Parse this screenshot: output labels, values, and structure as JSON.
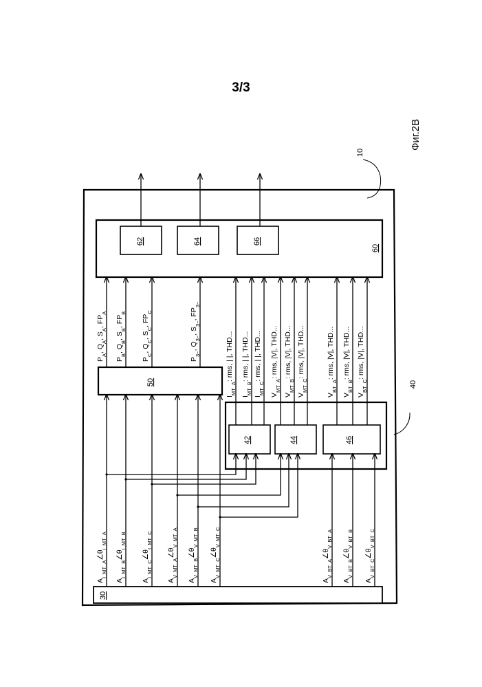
{
  "page_number": "3/3",
  "figure_label": "Фиг.2B",
  "refs": {
    "device": "10",
    "source": "30",
    "analyzer": "40",
    "block_42": "42",
    "block_44": "44",
    "block_46": "46",
    "calc": "50",
    "comm": "60",
    "block_62": "62",
    "block_64": "64",
    "block_66": "66"
  },
  "inputs": [
    {
      "base": "A",
      "sub": "I_MT_A",
      "angle_sub": "I_MT_A"
    },
    {
      "base": "A",
      "sub": "I_MT_B",
      "angle_sub": "I_MT_B"
    },
    {
      "base": "A",
      "sub": "I_MT_C",
      "angle_sub": "I_MT_C"
    },
    {
      "base": "A",
      "sub": "V_MT_A",
      "angle_sub": "V_MT_A"
    },
    {
      "base": "A",
      "sub": "V_MT_B",
      "angle_sub": "V_MT_B"
    },
    {
      "base": "A",
      "sub": "V_MT_C",
      "angle_sub": "V_MT_C"
    },
    {
      "base": "A",
      "sub": "V_BT_A",
      "angle_sub": "V_BT_A"
    },
    {
      "base": "A",
      "sub": "V_BT_B",
      "angle_sub": "V_BT_B"
    },
    {
      "base": "A",
      "sub": "V_BT_C",
      "angle_sub": "V_BT_C"
    }
  ],
  "power_outputs": [
    {
      "parts": [
        [
          "P",
          "A"
        ],
        [
          "Q",
          "A"
        ],
        [
          "S",
          "A"
        ],
        [
          "FP",
          "A"
        ]
      ]
    },
    {
      "parts": [
        [
          "P",
          "B"
        ],
        [
          "Q",
          "B"
        ],
        [
          "S",
          "B"
        ],
        [
          "FP",
          "B"
        ]
      ]
    },
    {
      "parts": [
        [
          "P",
          "C"
        ],
        [
          "Q",
          "C"
        ],
        [
          "S",
          "C"
        ],
        [
          "FP",
          "C"
        ]
      ]
    },
    {
      "parts": [
        [
          "P",
          "3~"
        ],
        [
          "Q",
          "3~"
        ],
        [
          "S",
          "3~"
        ],
        [
          "FP",
          "3~"
        ]
      ]
    }
  ],
  "quality_outputs": [
    {
      "base": "I",
      "sub": "MT_A",
      "rest": ": rms, | |, THD..."
    },
    {
      "base": "I",
      "sub": "MT_B",
      "rest": ": rms, | |, THD..."
    },
    {
      "base": "I",
      "sub": "MT_C",
      "rest": ": rms, | |, THD..."
    },
    {
      "base": "V",
      "sub": "MT_A",
      "rest": ": rms, |V|, THD..."
    },
    {
      "base": "V",
      "sub": "MT_B",
      "rest": ": rms, |V|, THD..."
    },
    {
      "base": "V",
      "sub": "MT_C",
      "rest": ": rms, |V|, THD..."
    },
    {
      "base": "V",
      "sub": "BT_A",
      "rest": ": rms, |V|, THD..."
    },
    {
      "base": "V",
      "sub": "BT_B",
      "rest": ": rms, |V|, THD..."
    },
    {
      "base": "V",
      "sub": "BT_C",
      "rest": ": rms, |V|, THD..."
    }
  ]
}
